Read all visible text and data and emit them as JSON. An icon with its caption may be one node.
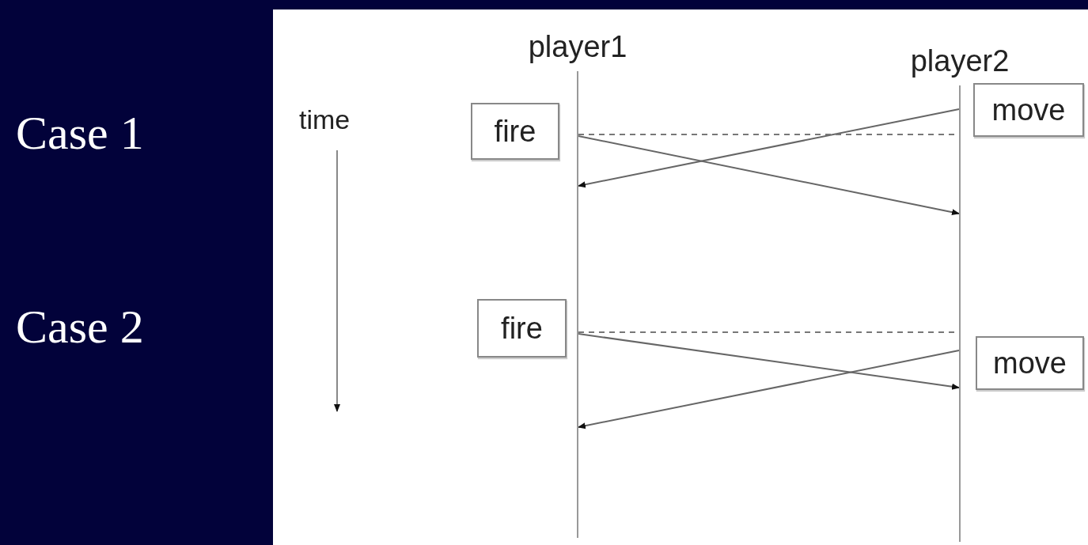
{
  "diagram": {
    "nodes": [
      {
        "text": [
          "player1"
        ]
      },
      {
        "text": [
          "player2"
        ]
      },
      {
        "text": [
          "move"
        ]
      },
      {
        "text": [
          "fire"
        ]
      },
      {
        "text": [
          "fire"
        ]
      },
      {
        "text": [
          "move"
        ]
      }
    ],
    "edges": [
      {
        "from": 1,
        "to": 0,
        "arrow": "to"
      },
      {
        "from": 0,
        "to": 1,
        "arrow": "none",
        "style": "dashed"
      },
      {
        "from": 0,
        "to": 1,
        "arrow": "to"
      },
      {
        "from": 0,
        "to": 1,
        "arrow": "none",
        "style": "dashed"
      },
      {
        "from": 0,
        "to": 1,
        "arrow": "to"
      },
      {
        "from": 1,
        "to": 0,
        "arrow": "to"
      }
    ],
    "labels": [
      "Case 1",
      "Case 2",
      "time"
    ]
  }
}
